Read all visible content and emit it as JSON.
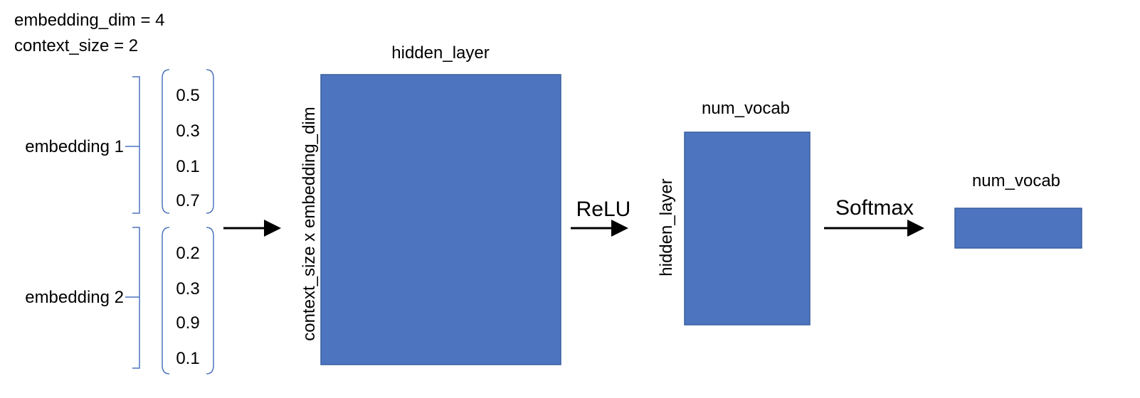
{
  "params": {
    "embedding_dim_line": "embedding_dim = 4",
    "context_size_line": "context_size = 2"
  },
  "embeddings": [
    {
      "label": "embedding 1",
      "values": [
        "0.5",
        "0.3",
        "0.1",
        "0.7"
      ]
    },
    {
      "label": "embedding 2",
      "values": [
        "0.2",
        "0.3",
        "0.9",
        "0.1"
      ]
    }
  ],
  "layers": {
    "first": {
      "top_label": "hidden_layer",
      "side_label": "context_size x embedding_dim"
    },
    "second": {
      "top_label": "num_vocab",
      "side_label": "hidden_layer"
    },
    "output": {
      "top_label": "num_vocab"
    }
  },
  "activations": {
    "relu": "ReLU",
    "softmax": "Softmax"
  },
  "colors": {
    "block_fill": "#4d74bf",
    "block_stroke": "#3a5f9f",
    "brace_stroke": "#4d74bf",
    "arrow": "#000000",
    "text": "#000000"
  }
}
